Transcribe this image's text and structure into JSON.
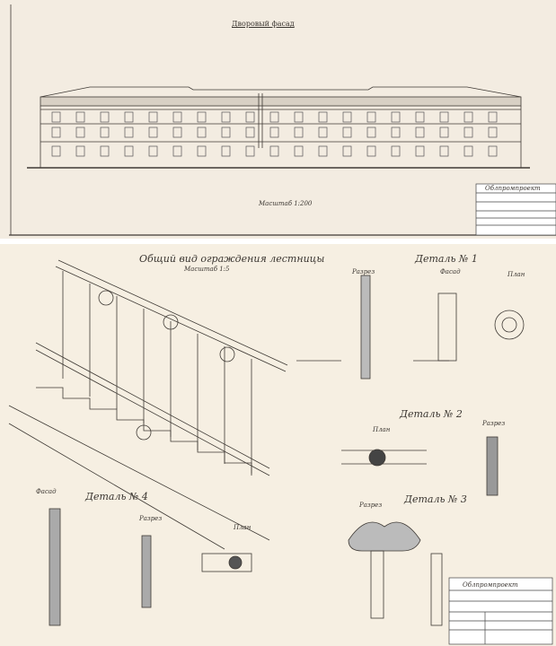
{
  "top_sheet": {
    "title": "Дворовый фасад",
    "scale": "Масштаб 1:200",
    "title_block": {
      "organization": "Облпромпроект"
    }
  },
  "bottom_sheet": {
    "title": "Общий вид ограждения лестницы",
    "scale": "Масштаб 1:5",
    "details": [
      {
        "label": "Деталь № 1",
        "views": [
          "Разрез",
          "Фасад",
          "План"
        ]
      },
      {
        "label": "Деталь № 2",
        "views": [
          "План",
          "Разрез"
        ]
      },
      {
        "label": "Деталь № 3",
        "views": [
          "Разрез"
        ]
      },
      {
        "label": "Деталь № 4",
        "views": [
          "Фасад",
          "Разрез",
          "План"
        ]
      }
    ],
    "title_block": {
      "organization": "Облпромпроект"
    }
  },
  "colors": {
    "paper": "#f3ece1",
    "ink": "#3a3530"
  }
}
